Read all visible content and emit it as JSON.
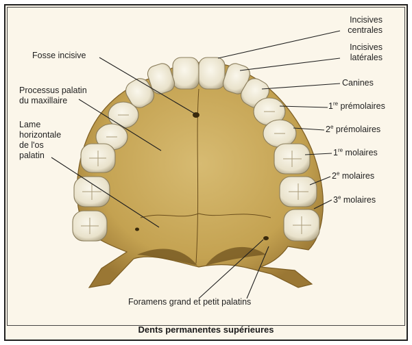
{
  "labels": {
    "fosse_incisive": "Fosse incisive",
    "processus_l1": "Processus palatin",
    "processus_l2": "du maxillaire",
    "lame_l1": "Lame",
    "lame_l2": "horizontale",
    "lame_l3": "de l'os",
    "lame_l4": "palatin",
    "incisives_centrales_l1": "Incisives",
    "incisives_centrales_l2": "centrales",
    "incisives_laterales_l1": "Incisives",
    "incisives_laterales_l2": "latérales",
    "canines": "Canines",
    "premolaires1_num": "1",
    "premolaires1_sup": "re",
    "premolaires1_text": " prémolaires",
    "premolaires2_num": "2",
    "premolaires2_sup": "e",
    "premolaires2_text": " prémolaires",
    "molaires1_num": "1",
    "molaires1_sup": "re",
    "molaires1_text": " molaires",
    "molaires2_num": "2",
    "molaires2_sup": "e",
    "molaires2_text": " molaires",
    "molaires3_num": "3",
    "molaires3_sup": "e",
    "molaires3_text": " molaires",
    "foramens": "Foramens grand et petit palatins"
  },
  "caption": "Dents permanentes supérieures",
  "colors": {
    "bone": "#c8a85a",
    "bone_dark": "#8f6f2e",
    "tooth": "#f1ecdc",
    "tooth_shadow": "#bdb59c",
    "background": "#fbf6ea"
  }
}
